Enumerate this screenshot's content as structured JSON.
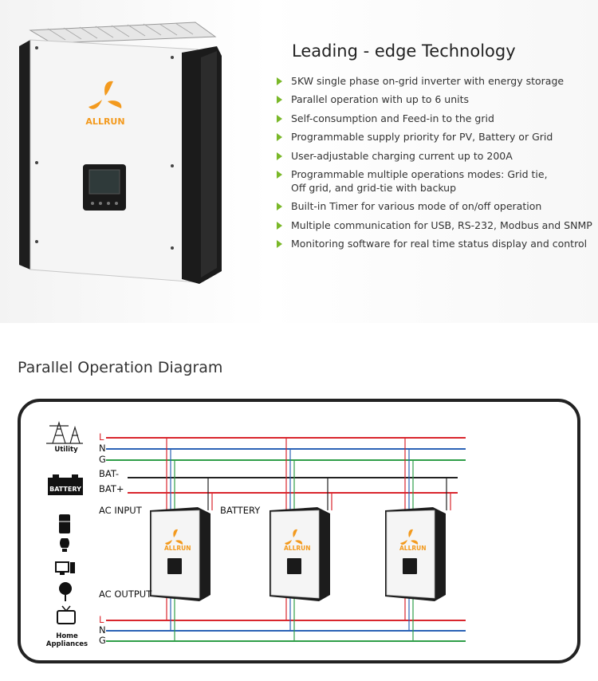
{
  "hero": {
    "brand": "ALLRUN",
    "title": "Leading - edge Technology",
    "features": [
      "5KW single phase on-grid inverter with energy storage",
      "Parallel operation with up to 6 units",
      "Self-consumption and Feed-in to the grid",
      "Programmable supply priority for PV, Battery or Grid",
      "User-adjustable charging current up to 200A",
      "Programmable multiple operations modes: Grid tie, Off grid, and grid-tie with backup",
      "Built-in Timer for various mode of on/off operation",
      "Multiple communication for USB, RS-232, Modbus and SNMP",
      "Monitoring software for real time status display and control"
    ]
  },
  "diagram": {
    "title": "Parallel Operation Diagram",
    "utility_label": "Utility",
    "battery_label": "BATTERY",
    "home_label": "Home Appliances",
    "line_L": "L",
    "line_N": "N",
    "line_G": "G",
    "bat_minus": "BAT-",
    "bat_plus": "BAT+",
    "ac_input": "AC INPUT",
    "battery_conn": "BATTERY",
    "ac_output": "AC OUTPUT",
    "unit_brand": "ALLRUN",
    "colors": {
      "L": "#d9262d",
      "N": "#2b63b6",
      "G": "#2f9e48",
      "bat": "#222222",
      "accent": "#f39a1e"
    }
  }
}
